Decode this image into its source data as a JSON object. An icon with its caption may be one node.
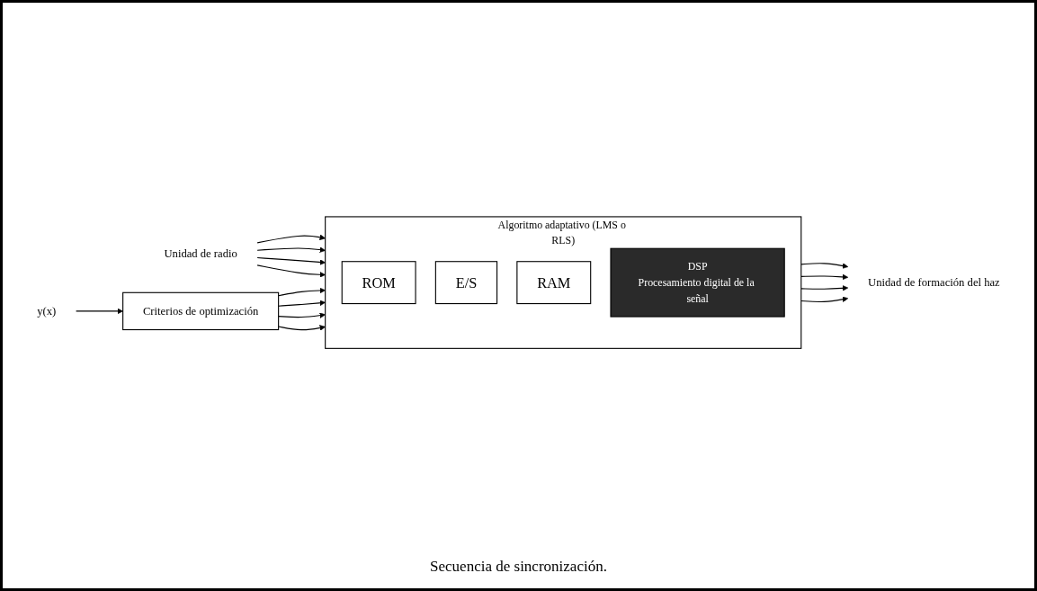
{
  "diagram": {
    "nodes": [
      {
        "text": [
          "Unidad de formación del haz"
        ]
      },
      {
        "text": [
          "y(x)"
        ]
      },
      {
        "text": [
          "Unidad de radio"
        ]
      },
      {
        "text": [
          "Algoritmo adaptativo (LMS o RLS)"
        ]
      },
      {
        "text": [
          "ROM"
        ],
        "in": 3
      },
      {
        "text": [
          "E/S"
        ],
        "in": 3
      },
      {
        "text": [
          "RAM"
        ],
        "in": 3
      },
      {
        "text": [
          "DSP",
          "Procesamiento digital de la señal"
        ],
        "in": 3
      },
      {
        "text": [
          "Criterios de optimización"
        ]
      }
    ],
    "edges": [
      {
        "from": 3,
        "to": 0,
        "arrow": "to"
      },
      {
        "from": 3,
        "to": 0,
        "arrow": "to"
      },
      {
        "from": 3,
        "to": 0,
        "arrow": "to"
      },
      {
        "from": 3,
        "to": 0,
        "arrow": "to"
      },
      {
        "from": 2,
        "to": 3,
        "arrow": "to"
      },
      {
        "from": 2,
        "to": 3,
        "arrow": "to"
      },
      {
        "from": 2,
        "to": 3,
        "arrow": "to"
      },
      {
        "from": 2,
        "to": 3,
        "arrow": "to"
      },
      {
        "from": 8,
        "to": 3,
        "arrow": "to"
      },
      {
        "from": 8,
        "to": 3,
        "arrow": "to"
      },
      {
        "from": 8,
        "to": 3,
        "arrow": "to"
      },
      {
        "from": 8,
        "to": 3,
        "arrow": "to"
      },
      {
        "from": 1,
        "to": 8,
        "arrow": "to"
      }
    ],
    "labels": [
      "Secuencia de sincronización."
    ]
  }
}
